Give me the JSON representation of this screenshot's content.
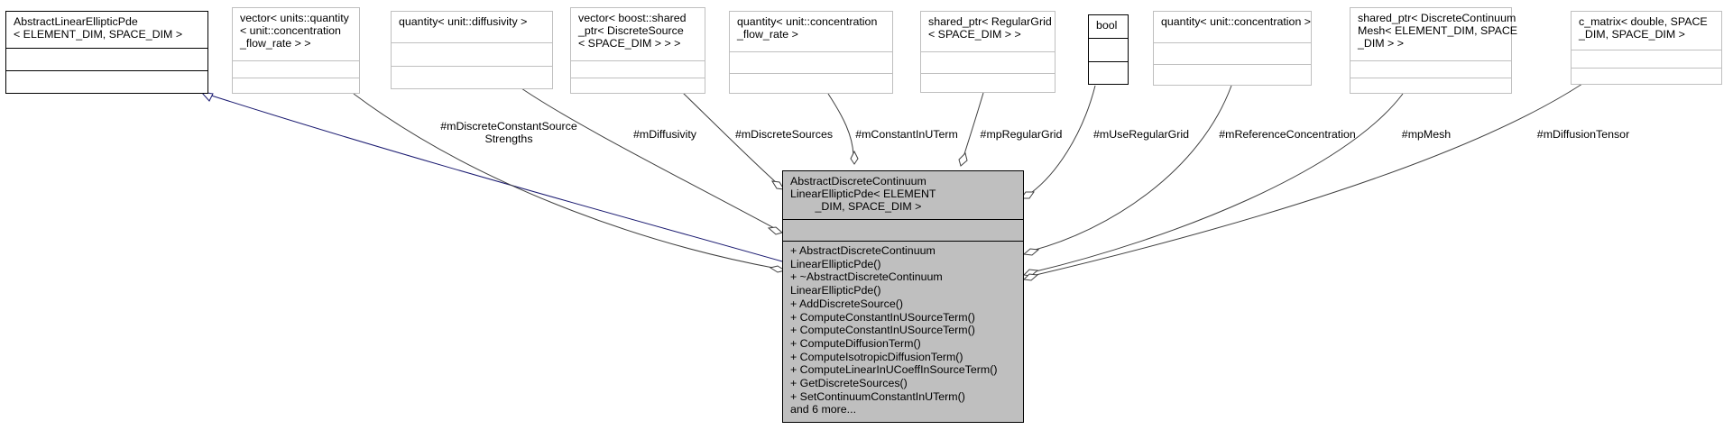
{
  "classes": {
    "base": {
      "title": "AbstractLinearEllipticPde\n< ELEMENT_DIM, SPACE_DIM >"
    },
    "discrete_constant_source_strengths": {
      "title": "vector< units::quantity\n< unit::concentration\n_flow_rate > >"
    },
    "diffusivity": {
      "title": "quantity< unit::diffusivity >"
    },
    "discrete_sources": {
      "title": "vector< boost::shared\n_ptr< DiscreteSource\n< SPACE_DIM > > >"
    },
    "constant_in_u_term": {
      "title": "quantity< unit::concentration\n_flow_rate >"
    },
    "regular_grid": {
      "title": "shared_ptr< RegularGrid\n< SPACE_DIM > >"
    },
    "use_regular_grid": {
      "title": "bool"
    },
    "reference_concentration": {
      "title": "quantity< unit::concentration >"
    },
    "mesh": {
      "title": "shared_ptr< DiscreteContinuum\nMesh< ELEMENT_DIM, SPACE\n_DIM > >"
    },
    "diffusion_tensor": {
      "title": "c_matrix< double, SPACE\n_DIM, SPACE_DIM >"
    },
    "main": {
      "title": "AbstractDiscreteContinuum\nLinearEllipticPde< ELEMENT\n        _DIM, SPACE_DIM >",
      "methods": [
        "+ AbstractDiscreteContinuum",
        "LinearEllipticPde()",
        "+ ~AbstractDiscreteContinuum",
        "LinearEllipticPde()",
        "+ AddDiscreteSource()",
        "+ ComputeConstantInUSourceTerm()",
        "+ ComputeConstantInUSourceTerm()",
        "+ ComputeDiffusionTerm()",
        "+ ComputeIsotropicDiffusionTerm()",
        "+ ComputeLinearInUCoeffInSourceTerm()",
        "+ GetDiscreteSources()",
        "+ SetContinuumConstantInUTerm()",
        "and 6 more..."
      ]
    }
  },
  "edge_labels": {
    "discrete_constant_source_strengths": "#mDiscreteConstantSource\nStrengths",
    "diffusivity": "#mDiffusivity",
    "discrete_sources": "#mDiscreteSources",
    "constant_in_u_term": "#mConstantInUTerm",
    "regular_grid": "#mpRegularGrid",
    "use_regular_grid": "#mUseRegularGrid",
    "reference_concentration": "#mReferenceConcentration",
    "mesh": "#mpMesh",
    "diffusion_tensor": "#mDiffusionTensor"
  },
  "colors": {
    "inheritance_edge": "#191970",
    "association_edge": "#404040",
    "main_fill": "#bfbfbf",
    "gray_border": "#bfbfbf"
  }
}
